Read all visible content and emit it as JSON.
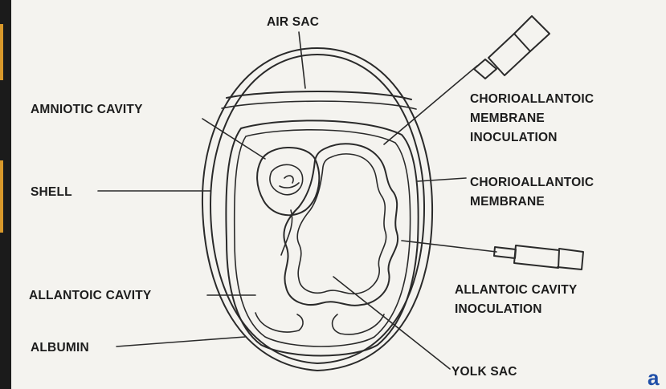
{
  "labels": {
    "air_sac": "AIR SAC",
    "amniotic_cavity": "AMNIOTIC  CAVITY",
    "shell": "SHELL",
    "allantoic_cavity": "ALLANTOIC CAVITY",
    "albumin": "ALBUMIN",
    "cam_inoculation_1": "CHORIOALLANTOIC",
    "cam_inoculation_2": "MEMBRANE",
    "cam_inoculation_3": "INOCULATION",
    "cam_1": "CHORIOALLANTOIC",
    "cam_2": "MEMBRANE",
    "allantoic_inoculation_1": "ALLANTOIC CAVITY",
    "allantoic_inoculation_2": "INOCULATION",
    "yolk_sac": "YOLK SAC"
  },
  "corner_mark": "a",
  "colors": {
    "ink": "#2a2a2a",
    "corner_mark": "#1f4fa8",
    "left_bar": "#1b1b1b",
    "left_stripe": "#d9992b"
  }
}
